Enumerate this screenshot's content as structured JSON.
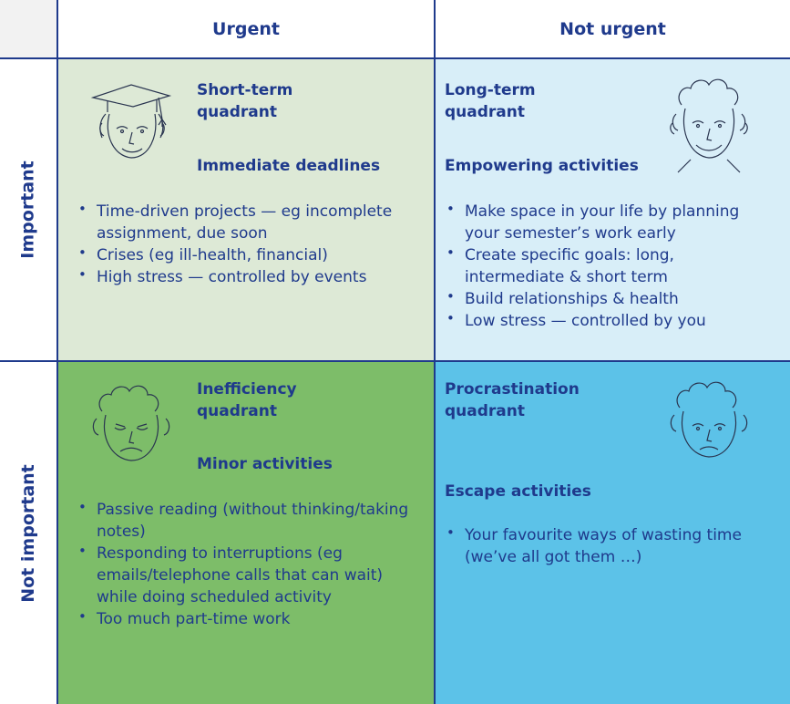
{
  "headers": {
    "col_urgent": "Urgent",
    "col_not_urgent": "Not urgent",
    "row_important": "Important",
    "row_not_important": "Not important"
  },
  "quadrants": {
    "short_term": {
      "title": "Short-term\nquadrant",
      "subtitle": "Immediate deadlines",
      "bullets": [
        "Time-driven projects — eg incomplete assignment, due soon",
        "Crises (eg ill-health, financial)",
        "High stress — controlled by events"
      ],
      "face_icon": "graduate-face-icon"
    },
    "long_term": {
      "title": "Long-term\nquadrant",
      "subtitle": "Empowering activities",
      "bullets": [
        "Make space in your life by planning your semester’s work early",
        "Create specific goals: long, intermediate & short term",
        "Build relationships & health",
        "Low stress — controlled by you"
      ],
      "face_icon": "smiling-face-icon"
    },
    "inefficiency": {
      "title": "Inefficiency\nquadrant",
      "subtitle": "Minor activities",
      "bullets": [
        "Passive reading (without thinking/taking notes)",
        "Responding to interruptions (eg emails/telephone calls that can wait) while doing scheduled activity",
        "Too much part-time work"
      ],
      "face_icon": "frowning-face-icon"
    },
    "procrastination": {
      "title": "Procrastination\nquadrant",
      "subtitle": "Escape activities",
      "bullets": [
        "Your favourite ways of wasting time (we’ve all got them …)"
      ],
      "face_icon": "sad-face-icon"
    }
  },
  "colors": {
    "text": "#1f3a8c",
    "short_term_bg": "#dde9d6",
    "long_term_bg": "#d8eef8",
    "inefficiency_bg": "#7dbd69",
    "procrastination_bg": "#5cc2e8"
  }
}
